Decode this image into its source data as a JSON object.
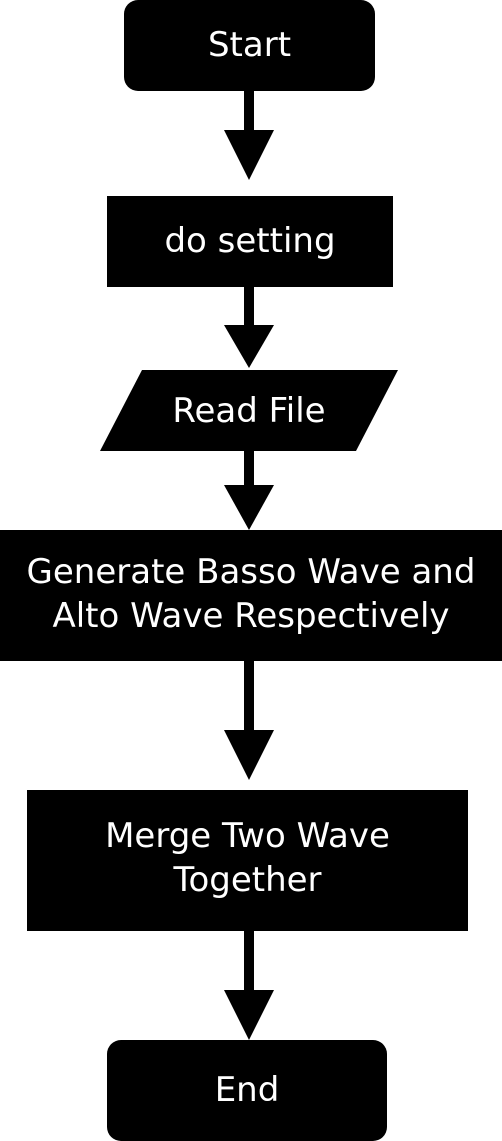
{
  "flowchart": {
    "start": "Start",
    "setting": "do setting",
    "read_file": "Read File",
    "generate_line1": "Generate Basso Wave and",
    "generate_line2": "Alto Wave Respectively",
    "merge_line1": "Merge Two Wave",
    "merge_line2": "Together",
    "end": "End"
  }
}
